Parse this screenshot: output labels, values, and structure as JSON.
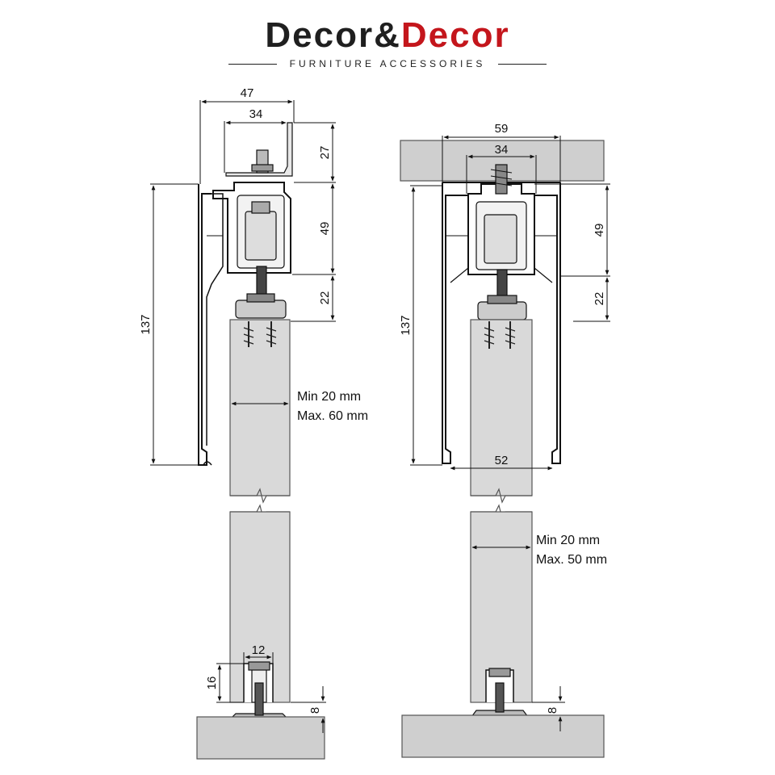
{
  "brand": {
    "name_part1": "Decor",
    "ampersand": "&",
    "name_part2": "Decor",
    "tagline": "FURNITURE ACCESSORIES",
    "color_dark": "#1f1f1f",
    "color_red": "#c4161c"
  },
  "colors": {
    "panel_fill": "#d9d9d9",
    "panel_stroke": "#555555",
    "mount_fill": "#cfcfcf",
    "line": "#111111"
  },
  "left_diagram": {
    "dim_overall_width": "47",
    "dim_bracket_width": "34",
    "dim_bracket_height": "27",
    "dim_carriage_height": "49",
    "dim_gap_height": "22",
    "dim_profile_height": "137",
    "door_thickness_note_line1": "Min 20 mm",
    "door_thickness_note_line2": "Max. 60 mm",
    "dim_guide_width": "12",
    "dim_guide_height": "16",
    "dim_floor_clearance": "8"
  },
  "right_diagram": {
    "dim_ceiling_width": "59",
    "dim_track_width": "34",
    "dim_carriage_height": "49",
    "dim_gap_height": "22",
    "dim_profile_height": "137",
    "dim_profile_width": "52",
    "door_thickness_note_line1": "Min 20 mm",
    "door_thickness_note_line2": "Max. 50 mm",
    "dim_floor_clearance": "8"
  }
}
